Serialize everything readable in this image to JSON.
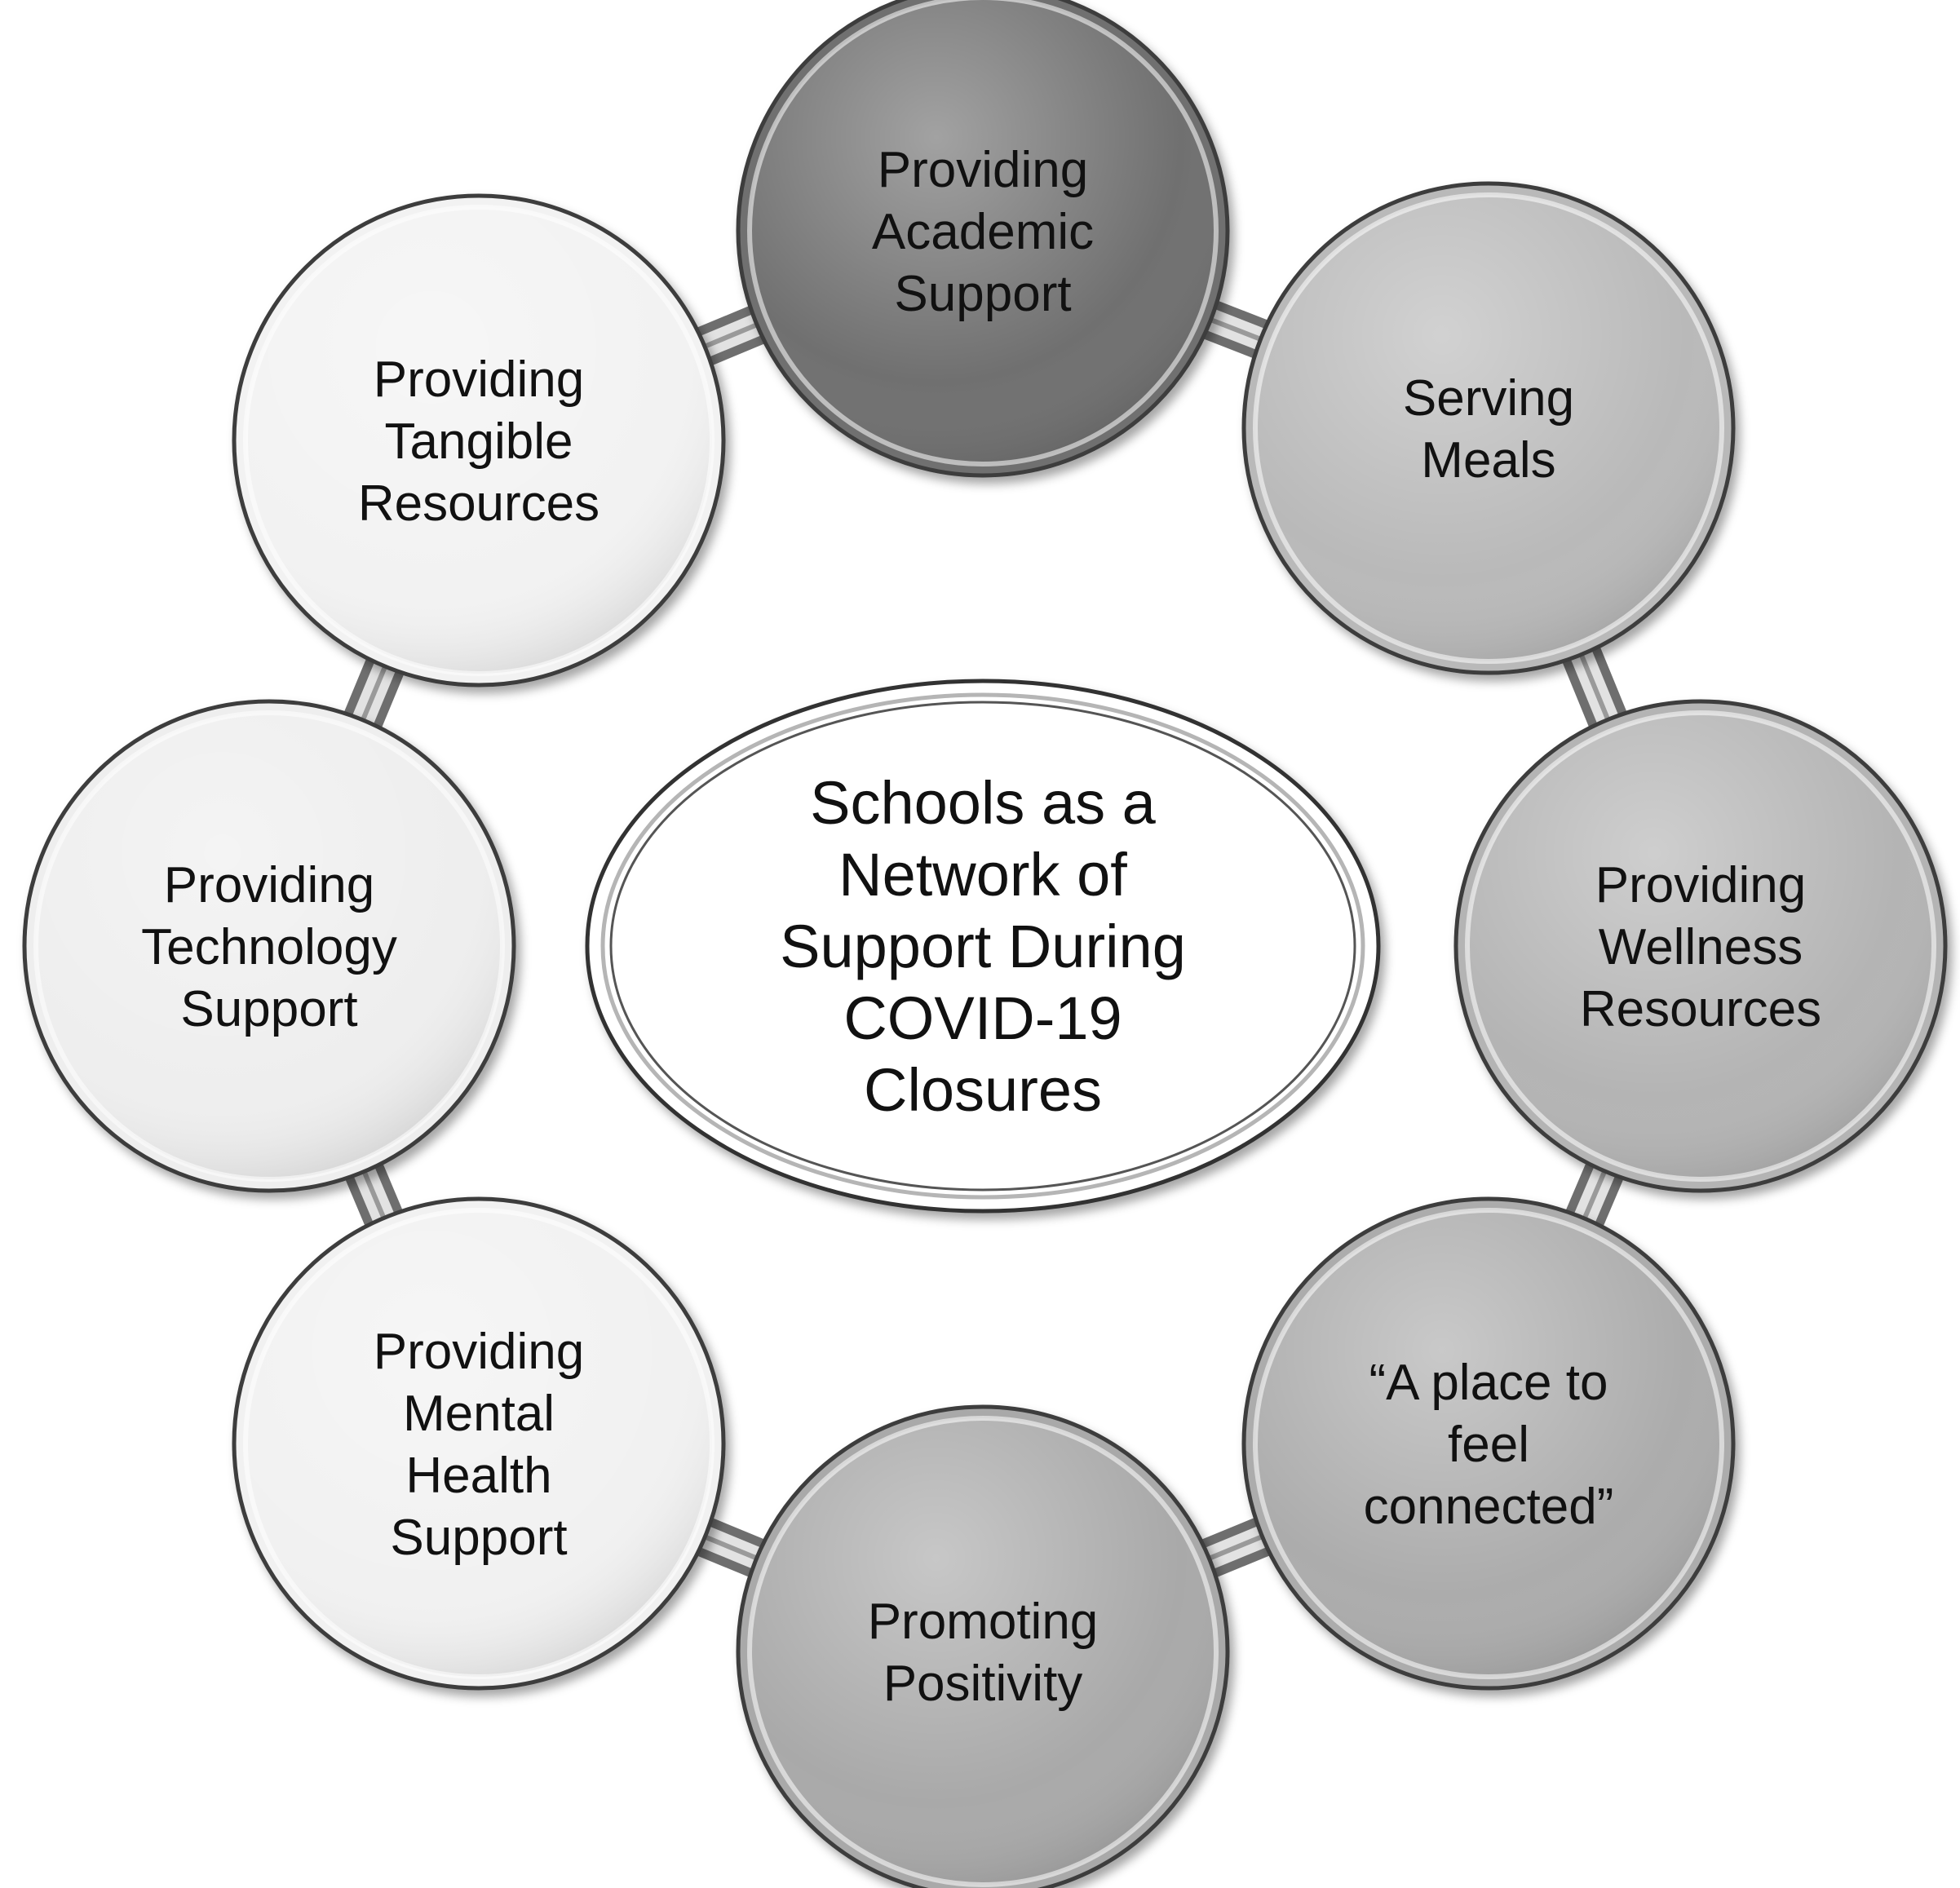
{
  "center": {
    "lines": [
      "Schools as a",
      "Network of",
      "Support During",
      "COVID-19",
      "Closures"
    ],
    "fill": "#ffffff"
  },
  "nodes": [
    {
      "id": "academic",
      "lines": [
        "Providing",
        "Academic",
        "Support"
      ],
      "fill": "#6f6f6f"
    },
    {
      "id": "meals",
      "lines": [
        "Serving",
        "Meals"
      ],
      "fill": "#b9b9b9"
    },
    {
      "id": "wellness",
      "lines": [
        "Providing",
        "Wellness",
        "Resources"
      ],
      "fill": "#b4b4b4"
    },
    {
      "id": "connected",
      "lines": [
        "“A place to",
        "feel",
        "connected”"
      ],
      "fill": "#acacac"
    },
    {
      "id": "positivity",
      "lines": [
        "Promoting",
        "Positivity"
      ],
      "fill": "#a9a9a9"
    },
    {
      "id": "mental-health",
      "lines": [
        "Providing",
        "Mental",
        "Health",
        "Support"
      ],
      "fill": "#f1f1f1"
    },
    {
      "id": "technology",
      "lines": [
        "Providing",
        "Technology",
        "Support"
      ],
      "fill": "#eeeeee"
    },
    {
      "id": "tangible",
      "lines": [
        "Providing",
        "Tangible",
        "Resources"
      ],
      "fill": "#f2f2f2"
    }
  ],
  "colors": {
    "connector_outer": "#6e6e6e",
    "connector_inner": "#e2e2e2",
    "outline": "#3c3c3c"
  }
}
